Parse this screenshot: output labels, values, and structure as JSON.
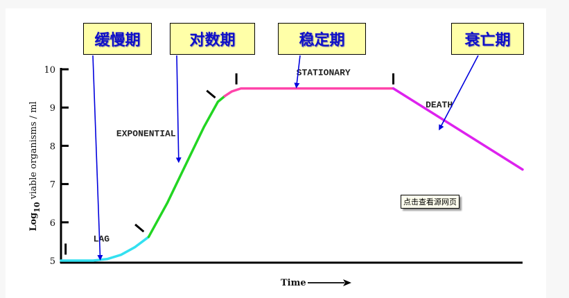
{
  "chart_data": {
    "type": "line",
    "title": "",
    "xlabel": "Time",
    "ylabel": "Log10 viable organisms / ml",
    "ylabel_parts": {
      "prefix": "Log",
      "subscript": "10",
      "suffix": " viable organisms / ml"
    },
    "ylim": [
      5,
      10
    ],
    "xlim": [
      0,
      100
    ],
    "yticks": [
      "5",
      "6",
      "7",
      "8",
      "9",
      "10"
    ],
    "grid": false,
    "series": [
      {
        "name": "LAG",
        "color": "#33e0f0",
        "x": [
          0,
          7,
          10,
          13,
          16,
          19
        ],
        "y": [
          5.0,
          5.0,
          5.04,
          5.15,
          5.35,
          5.62
        ]
      },
      {
        "name": "EXPONENTIAL",
        "color": "#22d522",
        "x": [
          19,
          23,
          27,
          31,
          34,
          35.5
        ],
        "y": [
          5.62,
          6.5,
          7.5,
          8.5,
          9.15,
          9.3
        ]
      },
      {
        "name": "STATIONARY",
        "color": "#ff44aa",
        "x": [
          35.5,
          37,
          39,
          72
        ],
        "y": [
          9.3,
          9.42,
          9.5,
          9.5
        ]
      },
      {
        "name": "DEATH",
        "color": "#dd22ee",
        "x": [
          72,
          100
        ],
        "y": [
          9.5,
          7.38
        ]
      }
    ],
    "phase_labels": [
      {
        "text": "LAG",
        "x": 7,
        "y": 5.5
      },
      {
        "text": "EXPONENTIAL",
        "x": 12,
        "y": 8.25
      },
      {
        "text": "STATIONARY",
        "x": 51,
        "y": 9.85
      },
      {
        "text": "DEATH",
        "x": 79,
        "y": 9.0
      }
    ],
    "phase_boundary_marks": [
      {
        "x": 1,
        "y": 5.3,
        "angle": 0
      },
      {
        "x": 17,
        "y": 5.85,
        "angle": -50
      },
      {
        "x": 32.5,
        "y": 9.35,
        "angle": -50
      },
      {
        "x": 38,
        "y": 9.75,
        "angle": 0
      },
      {
        "x": 72,
        "y": 9.75,
        "angle": 0
      }
    ],
    "annotations": [
      {
        "text": "缓慢期",
        "target_x": 8.5,
        "target_y": 5.0
      },
      {
        "text": "对数期",
        "target_x": 25.5,
        "target_y": 7.55
      },
      {
        "text": "稳定期",
        "target_x": 51,
        "target_y": 9.5
      },
      {
        "text": "衰亡期",
        "target_x": 82,
        "target_y": 8.4
      }
    ]
  },
  "callouts": [
    "缓慢期",
    "对数期",
    "稳定期",
    "衰亡期"
  ],
  "source_link": "点击查看源网页"
}
